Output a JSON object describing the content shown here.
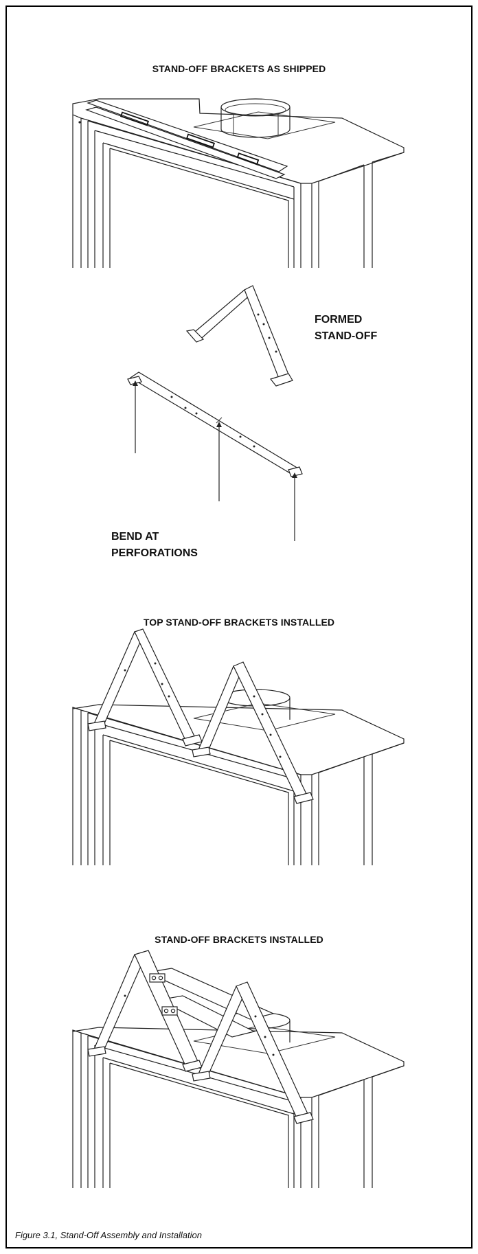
{
  "section1": {
    "title": "STAND-OFF BRACKETS AS SHIPPED"
  },
  "section2": {
    "formed_line1": "FORMED",
    "formed_line2": "STAND-OFF",
    "bend_line1": "BEND AT",
    "bend_line2": "PERFORATIONS"
  },
  "section3": {
    "title": "TOP STAND-OFF BRACKETS INSTALLED"
  },
  "section4": {
    "title": "STAND-OFF BRACKETS INSTALLED"
  },
  "caption": "Figure 3.1, Stand-Off Assembly and Installation"
}
